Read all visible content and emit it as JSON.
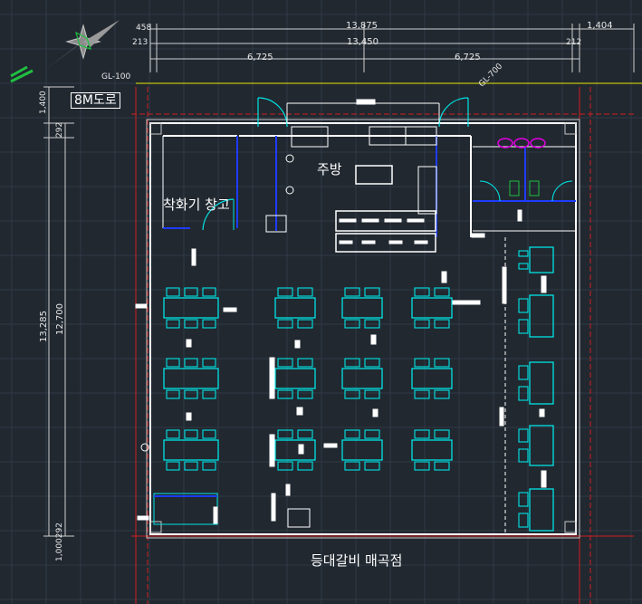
{
  "drawing": {
    "background": "#212830",
    "grid_color": "#2f3a46",
    "wall_color": "#ffffff",
    "table_color": "#00e5e5",
    "door_color": "#1e3cff",
    "hatch_color": "#c8c8c8",
    "red_line_color": "#d02020",
    "yellow_line_color": "#e8e800",
    "magenta_color": "#e000e0",
    "green_color": "#20c040"
  },
  "labels": {
    "kitchen": "주방",
    "storage": "착화기 창고",
    "road": "8M도로",
    "store_name": "등대갈비 매곡점",
    "gl_top": "GL-100",
    "gl_right": "GL-700"
  },
  "dimensions": {
    "top_overall": "13,875",
    "top_left_small": "458",
    "top_right_small": "1,404",
    "top_inner": "13,450",
    "top_inner_left": "213",
    "top_inner_right": "212",
    "half_left": "6,725",
    "half_right": "6,725",
    "left_1400": "1,400",
    "left_292_top": "292",
    "left_13285": "13,285",
    "left_12700": "12,700",
    "left_bottom": "1,000292"
  },
  "icons": [
    "north-arrow-icon",
    "road-marker-icon",
    "toilet-fixture-icon"
  ]
}
